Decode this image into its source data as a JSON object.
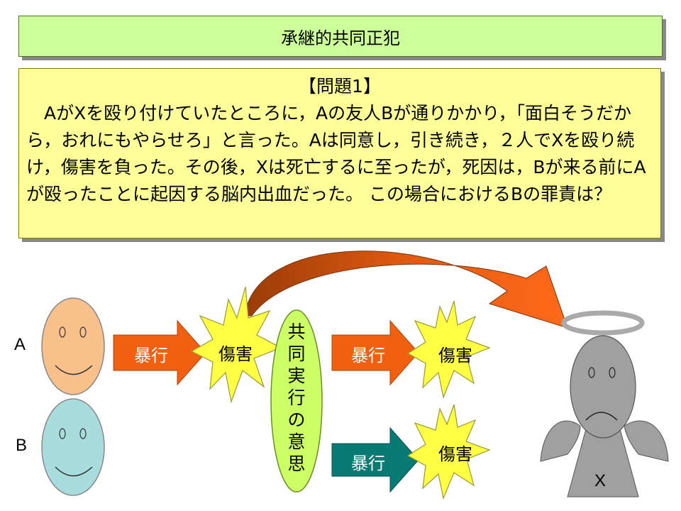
{
  "title": "承継的共同正犯",
  "problem": {
    "heading": "【問題1】",
    "body": "AがXを殴り付けていたところに，Aの友人Bが通りかかり，「面白そうだから，おれにもやらせろ」と言った。Aは同意し，引き続き，２人でXを殴り続け，傷害を負った。その後，Xは死亡するに至ったが，死因は，Bが来る前にAが殴ったことに起因する脳内出血だった。 この場合におけるBの罪責は？"
  },
  "diagram": {
    "person_a": "A",
    "person_b": "B",
    "victim": "X",
    "arrow_a": "暴行",
    "injury_1": "傷害",
    "intent": "共同実行の意思",
    "arrow_joint_a": "暴行",
    "injury_2": "傷害",
    "arrow_b": "暴行",
    "injury_3": "傷害"
  },
  "colors": {
    "title_bg": "#ccff99",
    "problem_bg": "#ffff99",
    "face_a": "#f8c08a",
    "face_b": "#a9dcdc",
    "arrow_orange": "#f06010",
    "arrow_teal": "#0a7a74",
    "burst": "#ffff44",
    "intent_oval": "#ccff66",
    "victim_gray": "#a0a0a0"
  }
}
